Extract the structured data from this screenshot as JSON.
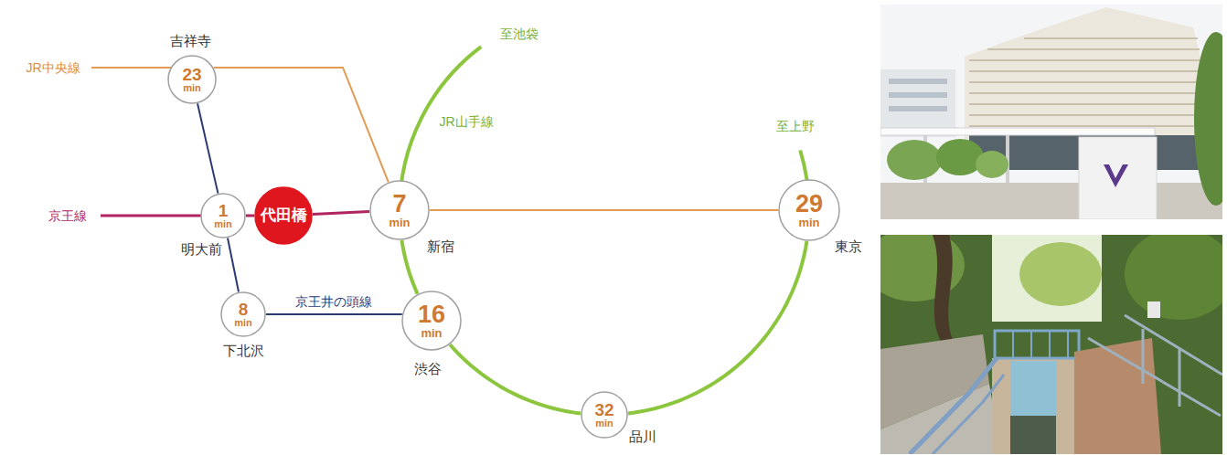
{
  "diagram": {
    "nodes": [
      {
        "text": [
          "吉祥寺",
          "23",
          "min"
        ]
      },
      {
        "text": [
          "1",
          "min",
          "明大前"
        ]
      },
      {
        "text": [
          "代田橋"
        ]
      },
      {
        "text": [
          "7",
          "min",
          "新宿"
        ]
      },
      {
        "text": [
          "29",
          "min",
          "東京"
        ]
      },
      {
        "text": [
          "8",
          "min",
          "下北沢"
        ]
      },
      {
        "text": [
          "16",
          "min",
          "渋谷"
        ]
      },
      {
        "text": [
          "32",
          "min",
          "品川"
        ]
      }
    ],
    "edges": [
      {
        "from": 0,
        "to": 3,
        "arrow": "none"
      },
      {
        "from": 3,
        "to": 4,
        "arrow": "none"
      },
      {
        "from": 0,
        "to": 1,
        "arrow": "none"
      },
      {
        "from": 1,
        "to": 2,
        "arrow": "none"
      },
      {
        "from": 2,
        "to": 3,
        "arrow": "none"
      },
      {
        "from": 1,
        "to": 5,
        "arrow": "none"
      },
      {
        "from": 5,
        "to": 6,
        "label": "京王井の頭線",
        "arrow": "none"
      },
      {
        "from": 3,
        "to": 6,
        "arrow": "none"
      },
      {
        "from": 6,
        "to": 7,
        "arrow": "none"
      },
      {
        "from": 7,
        "to": 4,
        "arrow": "none"
      }
    ],
    "labels": [
      "JR中央線",
      "京王線",
      "JR山手線",
      "至池袋",
      "至上野"
    ]
  }
}
